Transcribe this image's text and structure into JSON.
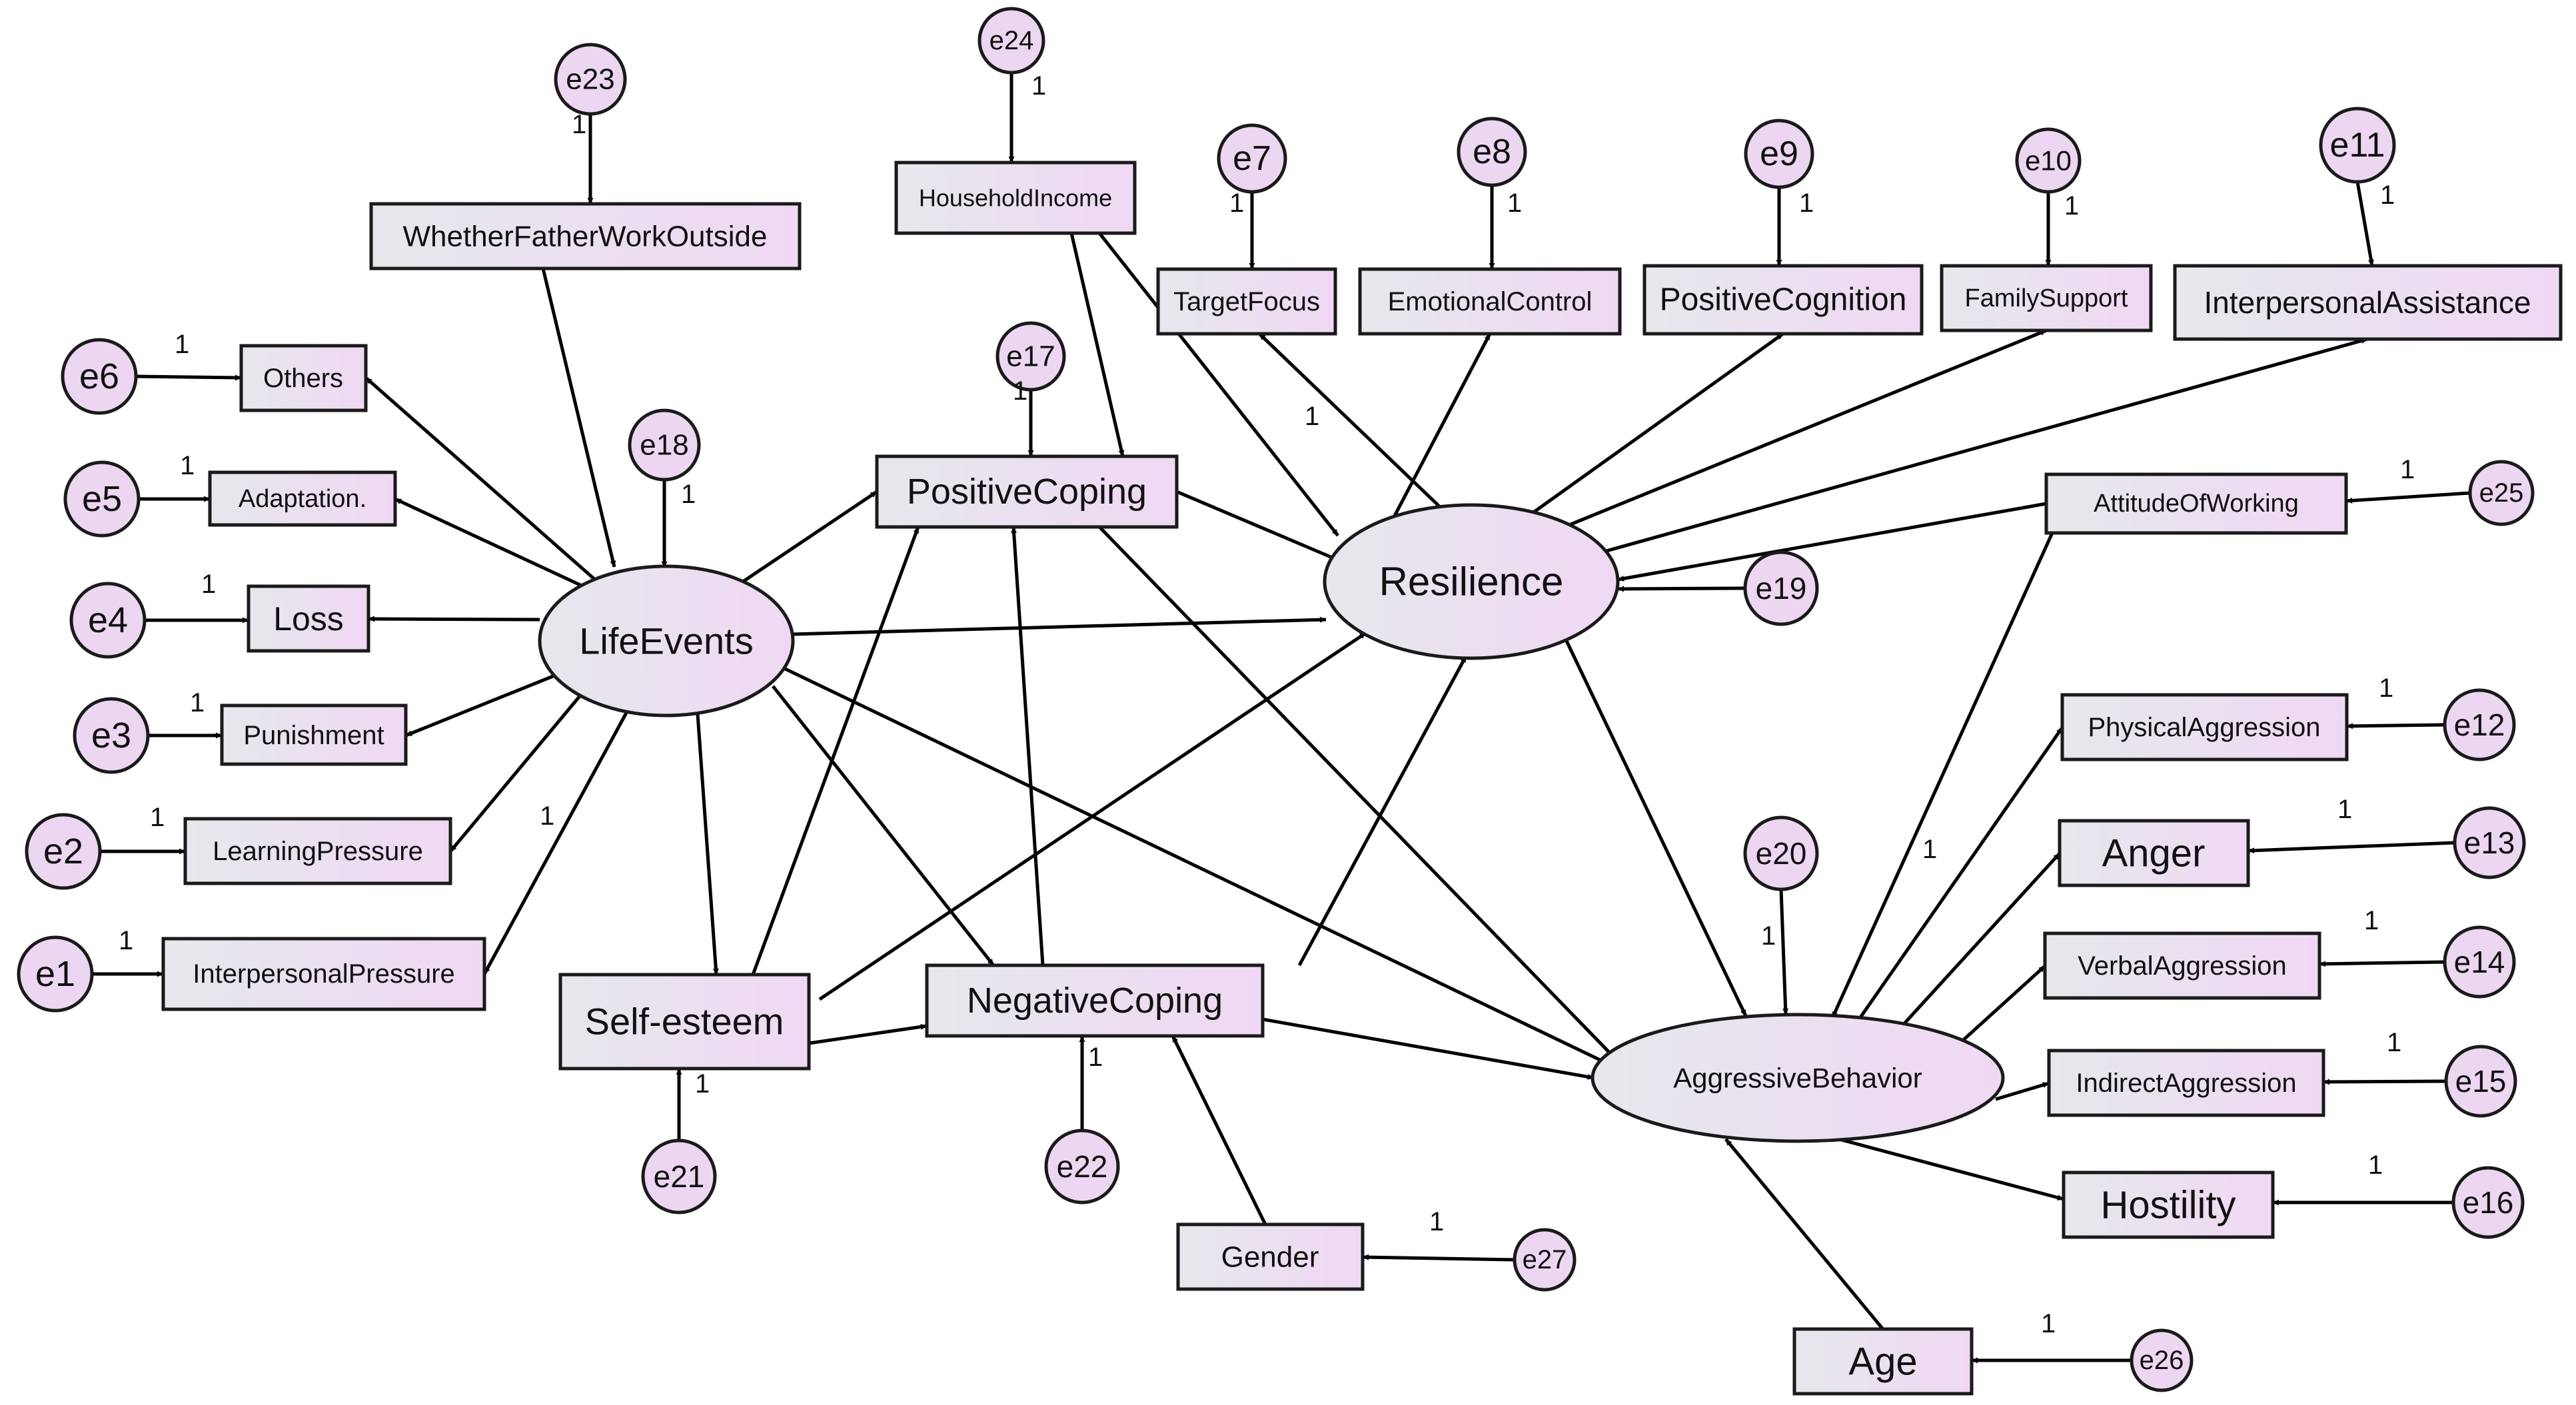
{
  "nodes": {
    "whether_father": {
      "label": "WhetherFatherWorkOutside"
    },
    "household_income": {
      "label": "HouseholdIncome"
    },
    "target_focus": {
      "label": "TargetFocus"
    },
    "emotional_control": {
      "label": "EmotionalControl"
    },
    "positive_cognition": {
      "label": "PositiveCognition"
    },
    "family_support": {
      "label": "FamilySupport"
    },
    "interpersonal_assist": {
      "label": "InterpersonalAssistance"
    },
    "others": {
      "label": "Others"
    },
    "adaptation": {
      "label": "Adaptation."
    },
    "loss": {
      "label": "Loss"
    },
    "punishment": {
      "label": "Punishment"
    },
    "learning_pressure": {
      "label": "LearningPressure"
    },
    "interpersonal_pressure": {
      "label": "InterpersonalPressure"
    },
    "positive_coping": {
      "label": "PositiveCoping"
    },
    "negative_coping": {
      "label": "NegativeCoping"
    },
    "self_esteem": {
      "label": "Self-esteem"
    },
    "gender": {
      "label": "Gender"
    },
    "attitude_working": {
      "label": "AttitudeOfWorking"
    },
    "physical_aggression": {
      "label": "PhysicalAggression"
    },
    "anger": {
      "label": "Anger"
    },
    "verbal_aggression": {
      "label": "VerbalAggression"
    },
    "indirect_aggression": {
      "label": "IndirectAggression"
    },
    "hostility": {
      "label": "Hostility"
    },
    "age": {
      "label": "Age"
    },
    "life_events": {
      "label": "LifeEvents"
    },
    "resilience": {
      "label": "Resilience"
    },
    "aggressive_behavior": {
      "label": "AggressiveBehavior"
    }
  },
  "errors": {
    "e1": "e1",
    "e2": "e2",
    "e3": "e3",
    "e4": "e4",
    "e5": "e5",
    "e6": "e6",
    "e7": "e7",
    "e8": "e8",
    "e9": "e9",
    "e10": "e10",
    "e11": "e11",
    "e12": "e12",
    "e13": "e13",
    "e14": "e14",
    "e15": "e15",
    "e16": "e16",
    "e17": "e17",
    "e18": "e18",
    "e19": "e19",
    "e20": "e20",
    "e21": "e21",
    "e22": "e22",
    "e23": "e23",
    "e24": "e24",
    "e25": "e25",
    "e26": "e26",
    "e27": "e27"
  },
  "fixed_weight": "1",
  "colors": {
    "node_fill_start": "#e6e8ec",
    "node_fill_end": "#f0d8f4",
    "error_fill": "#ecd6f2",
    "line": "#000000"
  }
}
